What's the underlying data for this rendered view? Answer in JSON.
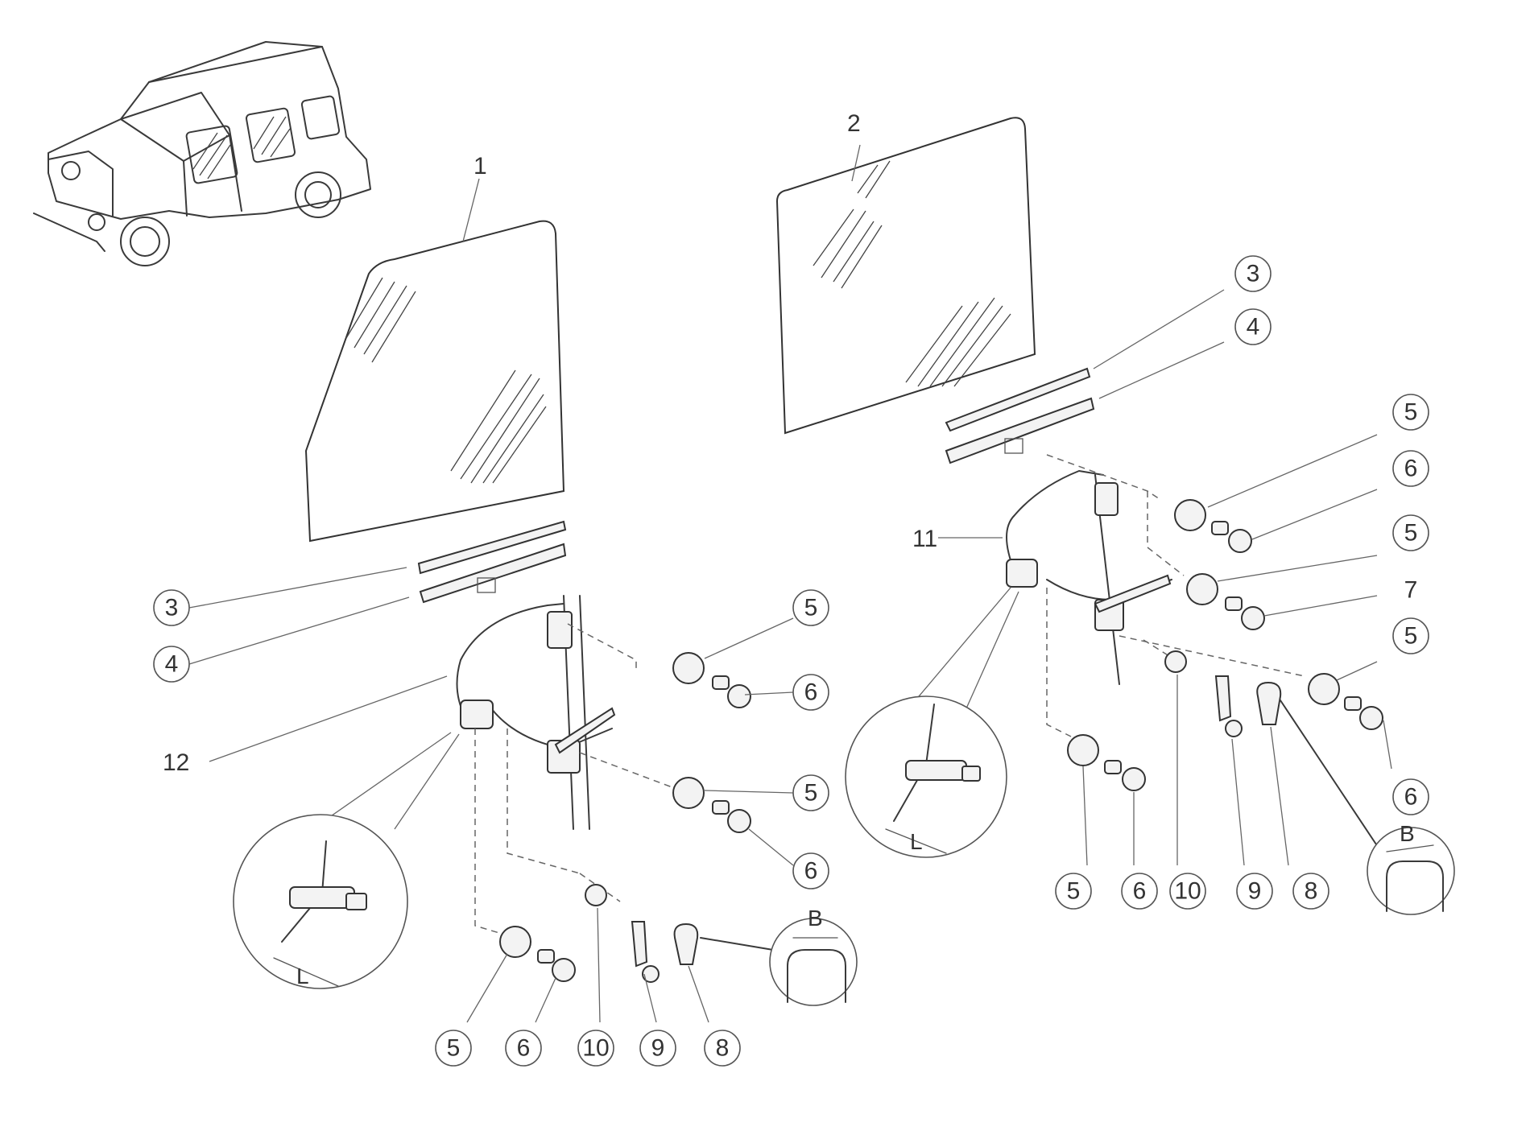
{
  "callouts": {
    "r3": "3",
    "r4": "4",
    "r5a": "5",
    "r6a": "6",
    "r5b": "5",
    "r7": "7",
    "r5c": "5",
    "r6b": "6",
    "rb5": "5",
    "rb6": "6",
    "rb10": "10",
    "rb9": "9",
    "rb8": "8",
    "l3": "3",
    "l4": "4",
    "l5a": "5",
    "l6a": "6",
    "l5b": "5",
    "l6b": "6",
    "lb5": "5",
    "lb6": "6",
    "lb10": "10",
    "lb9": "9",
    "lb8": "8"
  },
  "labels": {
    "glass_front": "1",
    "glass_rear": "2",
    "regulator_rear": "11",
    "regulator_front": "12"
  },
  "dims": {
    "L_left": "L",
    "L_right": "L",
    "B_left": "B",
    "B_right": "B"
  },
  "icons": {
    "vehicle": "suv-icon",
    "glass": "window-glass-icon",
    "regulator": "window-regulator-icon",
    "washer": "washer-icon",
    "bolt": "bolt-icon"
  }
}
